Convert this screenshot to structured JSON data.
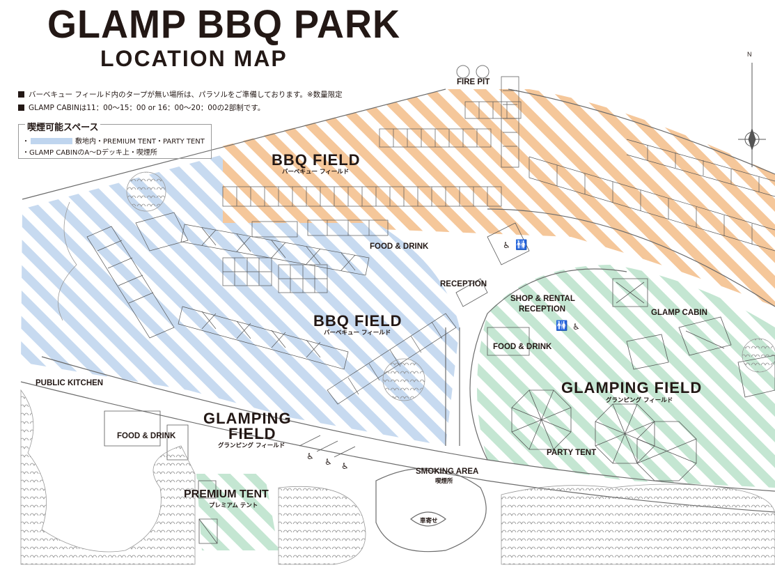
{
  "header": {
    "title": "GLAMP BBQ PARK",
    "subtitle": "LOCATION MAP"
  },
  "notes": [
    "バーベキュー フィールド内のタープが無い場所は、パラソルをご準備しております。※数量限定",
    "GLAMP CABINは11：00〜15：00 or 16：00〜20：00の2部制です。"
  ],
  "smoking_legend": {
    "title": "喫煙可能スペース",
    "line1_prefix": "・",
    "line1_text": "敷地内・PREMIUM TENT・PARTY TENT",
    "line2": "・GLAMP CABINのA〜Dデッキ上・喫煙所",
    "swatch_color": "#bfd5ef"
  },
  "compass": {
    "label": "N"
  },
  "zones": {
    "bbq_field_north": {
      "en": "BBQ FIELD",
      "jp": "バーベキュー フィールド",
      "color": "#f5c79a"
    },
    "bbq_field_center": {
      "en": "BBQ FIELD",
      "jp": "バーベキュー フィールド",
      "color": "#bfd5ef"
    },
    "glamping_field_east": {
      "en": "GLAMPING FIELD",
      "jp": "グランピング フィールド",
      "color": "#bfe3cf"
    },
    "glamping_field_west": {
      "en1": "GLAMPING",
      "en2": "FIELD",
      "jp": "グランピング フィールド"
    },
    "premium_tent": {
      "en": "PREMIUM TENT",
      "jp": "プレミアム テント"
    }
  },
  "facilities": {
    "fire_pit": "FIRE PIT",
    "food_drink_1": "FOOD & DRINK",
    "reception": "RECEPTION",
    "shop_rental_1": "SHOP & RENTAL",
    "shop_rental_2": "RECEPTION",
    "glamp_cabin": "GLAMP CABIN",
    "food_drink_2": "FOOD & DRINK",
    "public_kitchen": "PUBLIC KITCHEN",
    "food_drink_3": "FOOD & DRINK",
    "party_tent": "PARTY TENT",
    "smoking_area": "SMOKING AREA",
    "smoking_area_jp": "喫煙所",
    "drop_off": "車寄せ"
  },
  "icons": [
    "wheelchair-icon",
    "restroom-icon",
    "compass-icon",
    "tree-icon"
  ]
}
